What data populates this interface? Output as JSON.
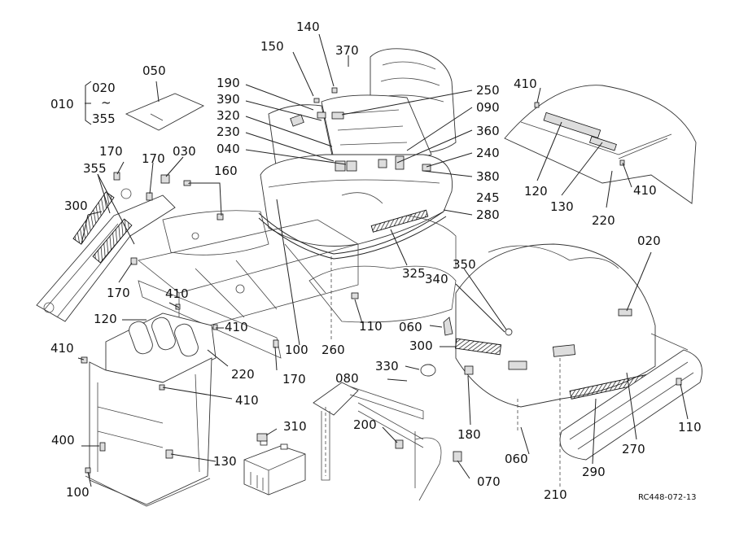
{
  "drawing_code": "RC448-072-13",
  "range_symbol": "~",
  "part_labels": [
    {
      "id": "p010",
      "text": "010"
    },
    {
      "id": "p020a",
      "text": "020"
    },
    {
      "id": "p355a",
      "text": "355"
    },
    {
      "id": "p050",
      "text": "050"
    },
    {
      "id": "p150",
      "text": "150"
    },
    {
      "id": "p140",
      "text": "140"
    },
    {
      "id": "p370",
      "text": "370"
    },
    {
      "id": "p190",
      "text": "190"
    },
    {
      "id": "p390",
      "text": "390"
    },
    {
      "id": "p320",
      "text": "320"
    },
    {
      "id": "p230",
      "text": "230"
    },
    {
      "id": "p040",
      "text": "040"
    },
    {
      "id": "p250",
      "text": "250"
    },
    {
      "id": "p090",
      "text": "090"
    },
    {
      "id": "p360",
      "text": "360"
    },
    {
      "id": "p240",
      "text": "240"
    },
    {
      "id": "p380",
      "text": "380"
    },
    {
      "id": "p245",
      "text": "245"
    },
    {
      "id": "p280",
      "text": "280"
    },
    {
      "id": "p410a",
      "text": "410"
    },
    {
      "id": "p120a",
      "text": "120"
    },
    {
      "id": "p130a",
      "text": "130"
    },
    {
      "id": "p220a",
      "text": "220"
    },
    {
      "id": "p410b",
      "text": "410"
    },
    {
      "id": "p170a",
      "text": "170"
    },
    {
      "id": "p170b",
      "text": "170"
    },
    {
      "id": "p030",
      "text": "030"
    },
    {
      "id": "p160",
      "text": "160"
    },
    {
      "id": "p355b",
      "text": "355"
    },
    {
      "id": "p300a",
      "text": "300"
    },
    {
      "id": "p170c",
      "text": "170"
    },
    {
      "id": "p410c",
      "text": "410"
    },
    {
      "id": "p120b",
      "text": "120"
    },
    {
      "id": "p410d",
      "text": "410"
    },
    {
      "id": "p410e",
      "text": "410"
    },
    {
      "id": "p220b",
      "text": "220"
    },
    {
      "id": "p170d",
      "text": "170"
    },
    {
      "id": "p410f",
      "text": "410"
    },
    {
      "id": "p400",
      "text": "400"
    },
    {
      "id": "p130b",
      "text": "130"
    },
    {
      "id": "p100a",
      "text": "100"
    },
    {
      "id": "p100b",
      "text": "100"
    },
    {
      "id": "p260",
      "text": "260"
    },
    {
      "id": "p110a",
      "text": "110"
    },
    {
      "id": "p325",
      "text": "325"
    },
    {
      "id": "p350",
      "text": "350"
    },
    {
      "id": "p340",
      "text": "340"
    },
    {
      "id": "p060a",
      "text": "060"
    },
    {
      "id": "p300b",
      "text": "300"
    },
    {
      "id": "p330",
      "text": "330"
    },
    {
      "id": "p080",
      "text": "080"
    },
    {
      "id": "p180",
      "text": "180"
    },
    {
      "id": "p310",
      "text": "310"
    },
    {
      "id": "p200",
      "text": "200"
    },
    {
      "id": "p070",
      "text": "070"
    },
    {
      "id": "p060b",
      "text": "060"
    },
    {
      "id": "p210",
      "text": "210"
    },
    {
      "id": "p290",
      "text": "290"
    },
    {
      "id": "p270",
      "text": "270"
    },
    {
      "id": "p110b",
      "text": "110"
    },
    {
      "id": "p020b",
      "text": "020"
    }
  ]
}
